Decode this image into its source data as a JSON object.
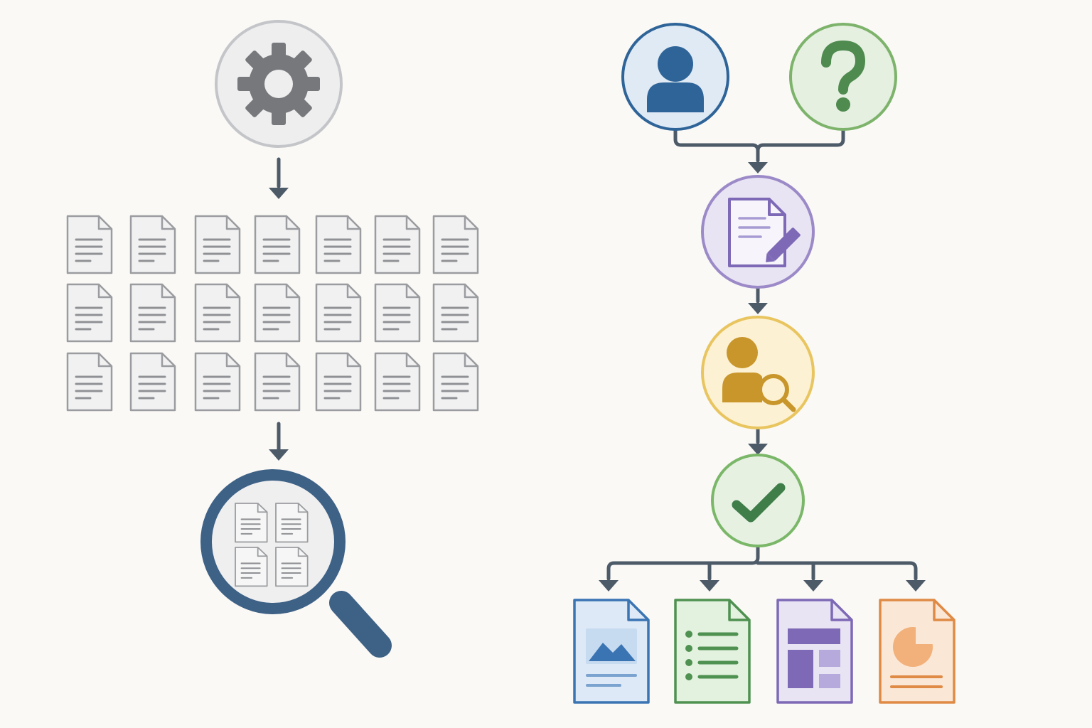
{
  "colors": {
    "background": "#faf9f6",
    "connector": "#4d5a68",
    "gear_fill": "#76787b",
    "gear_circle_fill": "#eeeeef",
    "gear_circle_stroke": "#c3c5c8",
    "doc_stroke": "#9a9c9f",
    "doc_fill": "#f1f1f2",
    "doc_lines": "#8f9194",
    "magnifier": "#3e6186",
    "magnifier_lens": "#efeff0",
    "user": "#2f6498",
    "user_circle_fill": "#dfeaf5",
    "question": "#4f8a4f",
    "question_circle_fill": "#e5f0e0",
    "question_circle_stroke": "#7db36b",
    "editor": "#7d69b5",
    "editor_circle_fill": "#e9e4f4",
    "editor_circle_stroke": "#9b8ac7",
    "reviewer": "#c8962a",
    "reviewer_circle_fill": "#fdf1d3",
    "reviewer_circle_stroke": "#e9c560",
    "approve": "#3f7d49",
    "approve_circle_fill": "#e6f1e2",
    "approve_circle_stroke": "#7bb768",
    "out_image": "#3a74b3",
    "out_image_fill": "#dde9f6",
    "out_list": "#4f9150",
    "out_list_fill": "#e3f1df",
    "out_layout": "#7d69b5",
    "out_layout_fill": "#e9e4f4",
    "out_chart": "#df8a45",
    "out_chart_fill": "#fbe7d6"
  },
  "icons": {
    "source": "gear-icon",
    "corpus": "document-icon",
    "filter": "magnifier-icon",
    "requester": "user-icon",
    "query": "question-mark-icon",
    "drafting": "document-edit-icon",
    "review": "user-search-icon",
    "approval": "check-icon",
    "outputs": [
      "image-document-icon",
      "list-document-icon",
      "layout-document-icon",
      "chart-document-icon"
    ]
  },
  "document_grid": {
    "rows": 3,
    "columns": 7
  },
  "filtered_documents": {
    "rows": 2,
    "columns": 2
  }
}
